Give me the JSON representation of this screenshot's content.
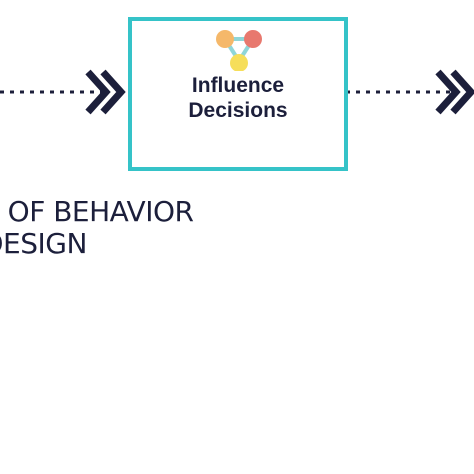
{
  "diagram": {
    "node": {
      "label_line1": "Influence",
      "label_line2": "Decisions",
      "icon": "network-triangle-icon",
      "border_color": "#35c3c8"
    },
    "caption": {
      "line1": "S OF BEHAVIOR",
      "line2": "DESIGN"
    },
    "colors": {
      "arrow": "#1c1f3b",
      "text": "#1c1f3b",
      "icon_orange": "#f5b86a",
      "icon_red": "#e8786e",
      "icon_yellow": "#f6de5a",
      "icon_teal": "#8fd6d8"
    }
  }
}
